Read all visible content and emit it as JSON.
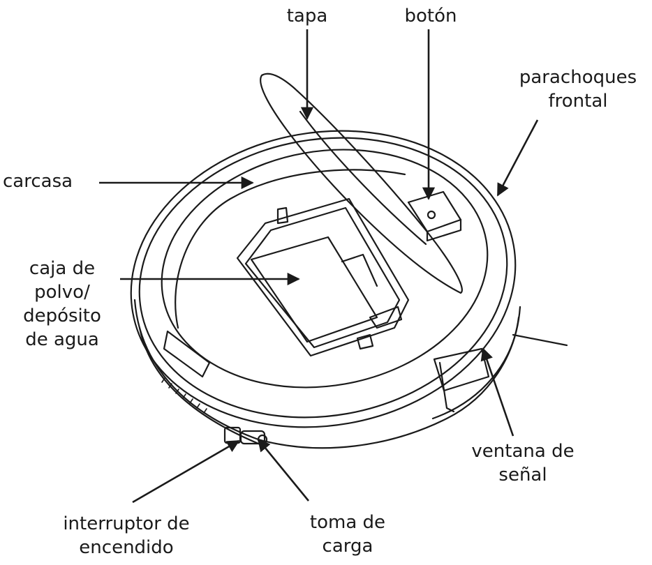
{
  "labels": {
    "tapa": "tapa",
    "boton": "botón",
    "parachoques": [
      "parachoques",
      "frontal"
    ],
    "carcasa": "carcasa",
    "caja": [
      "caja de",
      "polvo/",
      "depósito",
      "de agua"
    ],
    "ventana": [
      "ventana de",
      "señal"
    ],
    "interruptor": [
      "interruptor de",
      "encendido"
    ],
    "toma": [
      "toma de",
      "carga"
    ]
  },
  "colors": {
    "line": "#1a1a1a",
    "text": "#1a1a1a",
    "background": "#ffffff"
  }
}
